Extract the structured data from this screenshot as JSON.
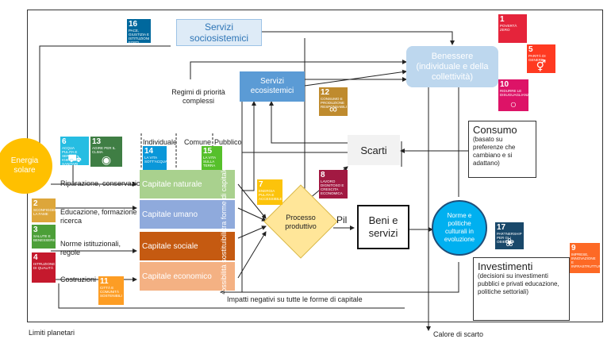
{
  "left_labels": {
    "riparazione": "Riparazione, conservazione",
    "educazione": "Educazione, formazione ricerca",
    "norme": "Norme istituzionali, regole",
    "costruzioni": "Costruzioni"
  },
  "energia": "Energia solare",
  "servizi_socio": "Servizi sociosistemici",
  "servizi_eco": "Servizi ecosistemici",
  "regimi": "Regimi di priorità complessi",
  "cols": {
    "individuale": "Individuale",
    "comune": "Comune",
    "pubblico": "Pubblico"
  },
  "capitali": {
    "naturale": "Capitale naturale",
    "umano": "Capitale umano",
    "sociale": "Capitale sociale",
    "economico": "Capitale economico"
  },
  "vertical_text": "Possibilità sostituibili tra forme di capitale",
  "processo": "Processo produttivo",
  "pil": "Pil",
  "beni": "Beni e servizi",
  "scarti": "Scarti",
  "benessere": "Benessere (individuale e della collettività)",
  "consumo_title": "Consumo",
  "consumo_body": "(basato su preferenze che cambiano e si adattano)",
  "norme_culturali": "Norme e politiche culturali in evoluzione",
  "investimenti_title": "Investimenti",
  "investimenti_body": "(decisioni su investimenti pubblici e privati educazione, politiche settoriali)",
  "impatti": "Impatti negativi su tutte le forme di capitale",
  "limiti": "Limiti planetari",
  "calore": "Calore di scarto",
  "sdgs": {
    "s1": {
      "num": "1",
      "label": "POVERTÀ ZERO",
      "color": "#E5243B"
    },
    "s2": {
      "num": "2",
      "label": "SCONFIGGERE LA FAME",
      "color": "#DDA63A"
    },
    "s3": {
      "num": "3",
      "label": "SALUTE E BENESSERE",
      "color": "#4C9F38"
    },
    "s4": {
      "num": "4",
      "label": "ISTRUZIONE DI QUALITÀ",
      "color": "#C5192D"
    },
    "s5": {
      "num": "5",
      "label": "PARITÀ DI GENERE",
      "color": "#FF3A21"
    },
    "s6": {
      "num": "6",
      "label": "ACQUA PULITA E SERVIZI IGIENICO-SANITARI",
      "color": "#26BDE2"
    },
    "s7": {
      "num": "7",
      "label": "ENERGIA PULITA E ACCESSIBILE",
      "color": "#FCC30B"
    },
    "s8": {
      "num": "8",
      "label": "LAVORO DIGNITOSO E CRESCITA ECONOMICA",
      "color": "#A21942"
    },
    "s9": {
      "num": "9",
      "label": "IMPRESE, INNOVAZIONE E INFRASTRUTTURE",
      "color": "#FD6925"
    },
    "s10": {
      "num": "10",
      "label": "RIDURRE LE DISUGUAGLIANZE",
      "color": "#DD1367"
    },
    "s11": {
      "num": "11",
      "label": "CITTÀ E COMUNITÀ SOSTENIBILI",
      "color": "#FD9D24"
    },
    "s12": {
      "num": "12",
      "label": "CONSUMO E PRODUZIONE RESPONSABILI",
      "color": "#BF8B2E"
    },
    "s13": {
      "num": "13",
      "label": "AGIRE PER IL CLIMA",
      "color": "#3F7E44"
    },
    "s14": {
      "num": "14",
      "label": "LA VITA SOTT'ACQUA",
      "color": "#0A97D9"
    },
    "s15": {
      "num": "15",
      "label": "LA VITA SULLA TERRA",
      "color": "#56C02B"
    },
    "s16": {
      "num": "16",
      "label": "PACE, GIUSTIZIA E ISTITUZIONI FORTI",
      "color": "#00689D"
    },
    "s17": {
      "num": "17",
      "label": "PARTNERSHIP PER GLI OBIETTIVI",
      "color": "#19486A"
    }
  },
  "colors": {
    "capitale_naturale": "#A9D18E",
    "capitale_umano": "#8FAADC",
    "capitale_sociale": "#C55A11",
    "capitale_economico": "#F4B183",
    "energia": "#FFC000",
    "processo": "#FFE699",
    "norme": "#00B0F0",
    "benessere": "#BDD7EE",
    "servizi_eco": "#5B9BD5"
  }
}
